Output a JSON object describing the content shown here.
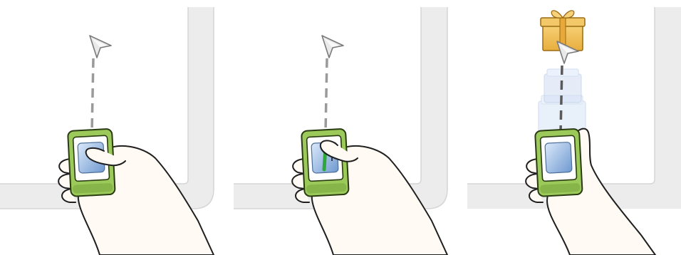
{
  "figure": {
    "panels": [
      {
        "id": "panel-1",
        "step": "point",
        "thumb_gesture": "press",
        "swipe_trail": false,
        "object_present": false
      },
      {
        "id": "panel-2",
        "step": "swipe",
        "thumb_gesture": "swipe-up",
        "swipe_trail": true,
        "object_present": false
      },
      {
        "id": "panel-3",
        "step": "send",
        "thumb_gesture": "release",
        "swipe_trail": false,
        "object_present": true,
        "object_icon": "gift-icon",
        "ghost_trail_count": 2
      }
    ],
    "icons": [
      "cursor-arrow-icon",
      "handheld-device-icon",
      "hand-icon",
      "gift-icon"
    ],
    "colors": {
      "device_body": "#9bc95a",
      "device_outline": "#2a3b12",
      "device_screen": "#7ea6d8",
      "device_screen_highlight": "#cfe1f6",
      "swipe_trail": "#2ea83a",
      "gift_fill": "#f2c25c",
      "gift_outline": "#9a6b12",
      "ghost_fill": "#bcd3f1",
      "surface_border": "#e6e6e6",
      "pointer_line": "#9a9a9a",
      "hand_fill": "#fffaf3",
      "outline": "#1f1f1f"
    }
  }
}
